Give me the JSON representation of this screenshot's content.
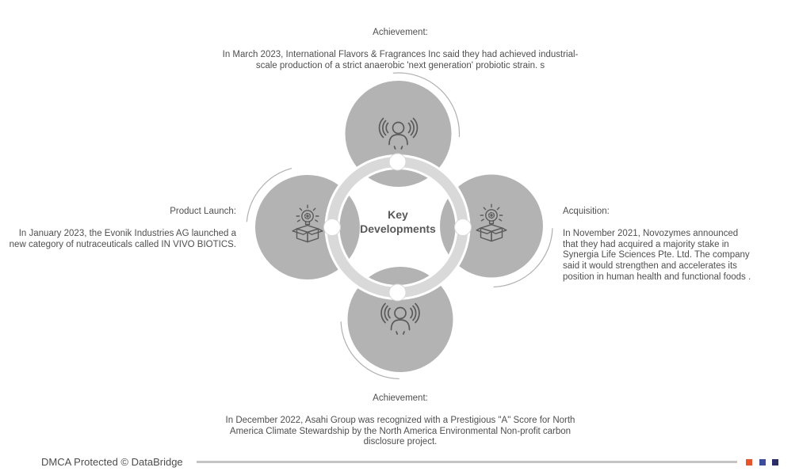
{
  "title": "Key Developments infographic",
  "center": {
    "line1": "Key",
    "line2": "Developments"
  },
  "sections": {
    "top": {
      "heading": "Achievement:",
      "body": "In March 2023, International Flavors & Fragrances Inc said they had achieved industrial-scale production of a strict anaerobic 'next generation' probiotic strain. s",
      "icon": "announcement-icon"
    },
    "left": {
      "heading": "Product Launch:",
      "body": "In January 2023, the Evonik Industries AG launched a new category of nutraceuticals called IN VIVO BIOTICS.",
      "icon": "product-launch-icon"
    },
    "right": {
      "heading": "Acquisition:",
      "body": "In November 2021, Novozymes announced that they had acquired a majority stake in Synergia Life Sciences Pte. Ltd. The company said it would strengthen and accelerates its position in human health and functional foods .",
      "icon": "product-launch-icon"
    },
    "bottom": {
      "heading": "Achievement:",
      "body": "In December 2022, Asahi Group was recognized with a Prestigious \"A\" Score for North America Climate Stewardship by the North America Environmental Non-profit carbon disclosure project.",
      "icon": "announcement-icon"
    }
  },
  "footer": {
    "text": "DMCA Protected © DataBridge"
  },
  "colors": {
    "node_gray": "#b3b3b3",
    "ring_gray": "#d9d9d9",
    "icon_stroke": "#5a5a5a",
    "accent_orange": "#e8532c",
    "accent_blue": "#3c4c9e",
    "accent_navy": "#2b2e66"
  }
}
